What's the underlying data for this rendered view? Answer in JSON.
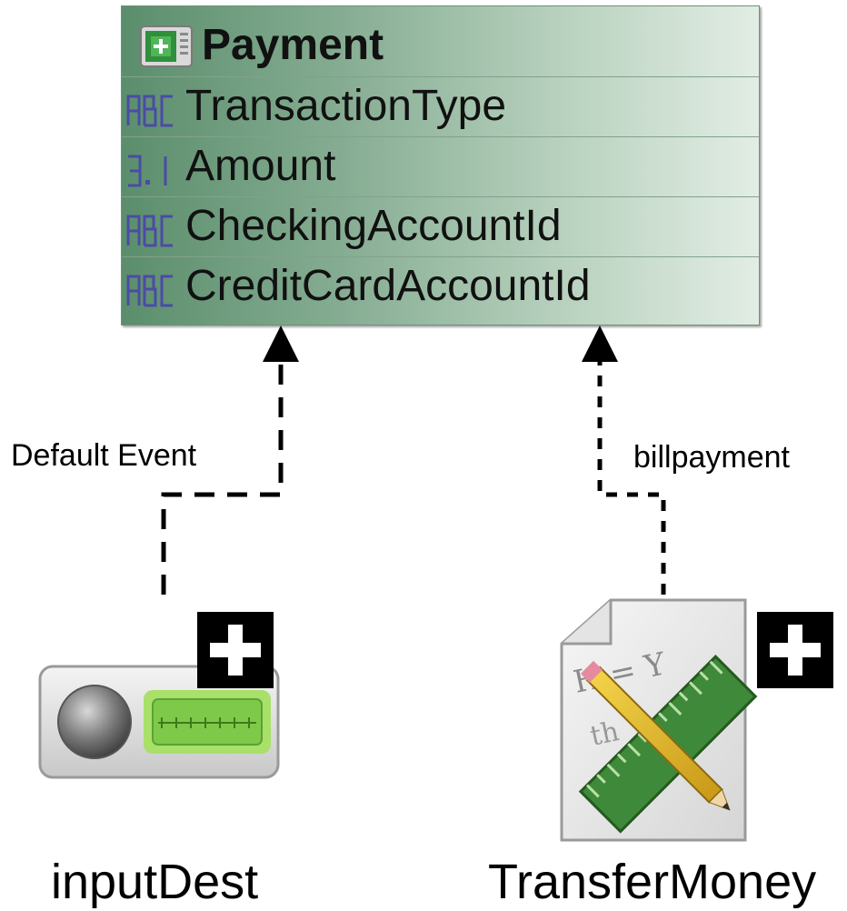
{
  "entity": {
    "title": "Payment",
    "icon": "entity-table-icon",
    "attributes": [
      {
        "name": "TransactionType",
        "type": "string",
        "icon": "string-type-icon"
      },
      {
        "name": "Amount",
        "type": "number",
        "icon": "number-type-icon"
      },
      {
        "name": "CheckingAccountId",
        "type": "string",
        "icon": "string-type-icon"
      },
      {
        "name": "CreditCardAccountId",
        "type": "string",
        "icon": "string-type-icon"
      }
    ]
  },
  "edges": [
    {
      "label": "Default Event",
      "from": "inputDest",
      "to": "Payment"
    },
    {
      "label": "billpayment",
      "from": "TransferMoney",
      "to": "Payment"
    }
  ],
  "nodes": [
    {
      "label": "inputDest",
      "icon": "input-device-icon",
      "badge": "expand-plus-icon"
    },
    {
      "label": "TransferMoney",
      "icon": "script-document-icon",
      "badge": "expand-plus-icon"
    }
  ],
  "colors": {
    "entity_start": "#5b8e6c",
    "entity_end": "#e2ede4",
    "type_icon": "#4b4ba6",
    "edge": "#000000"
  }
}
